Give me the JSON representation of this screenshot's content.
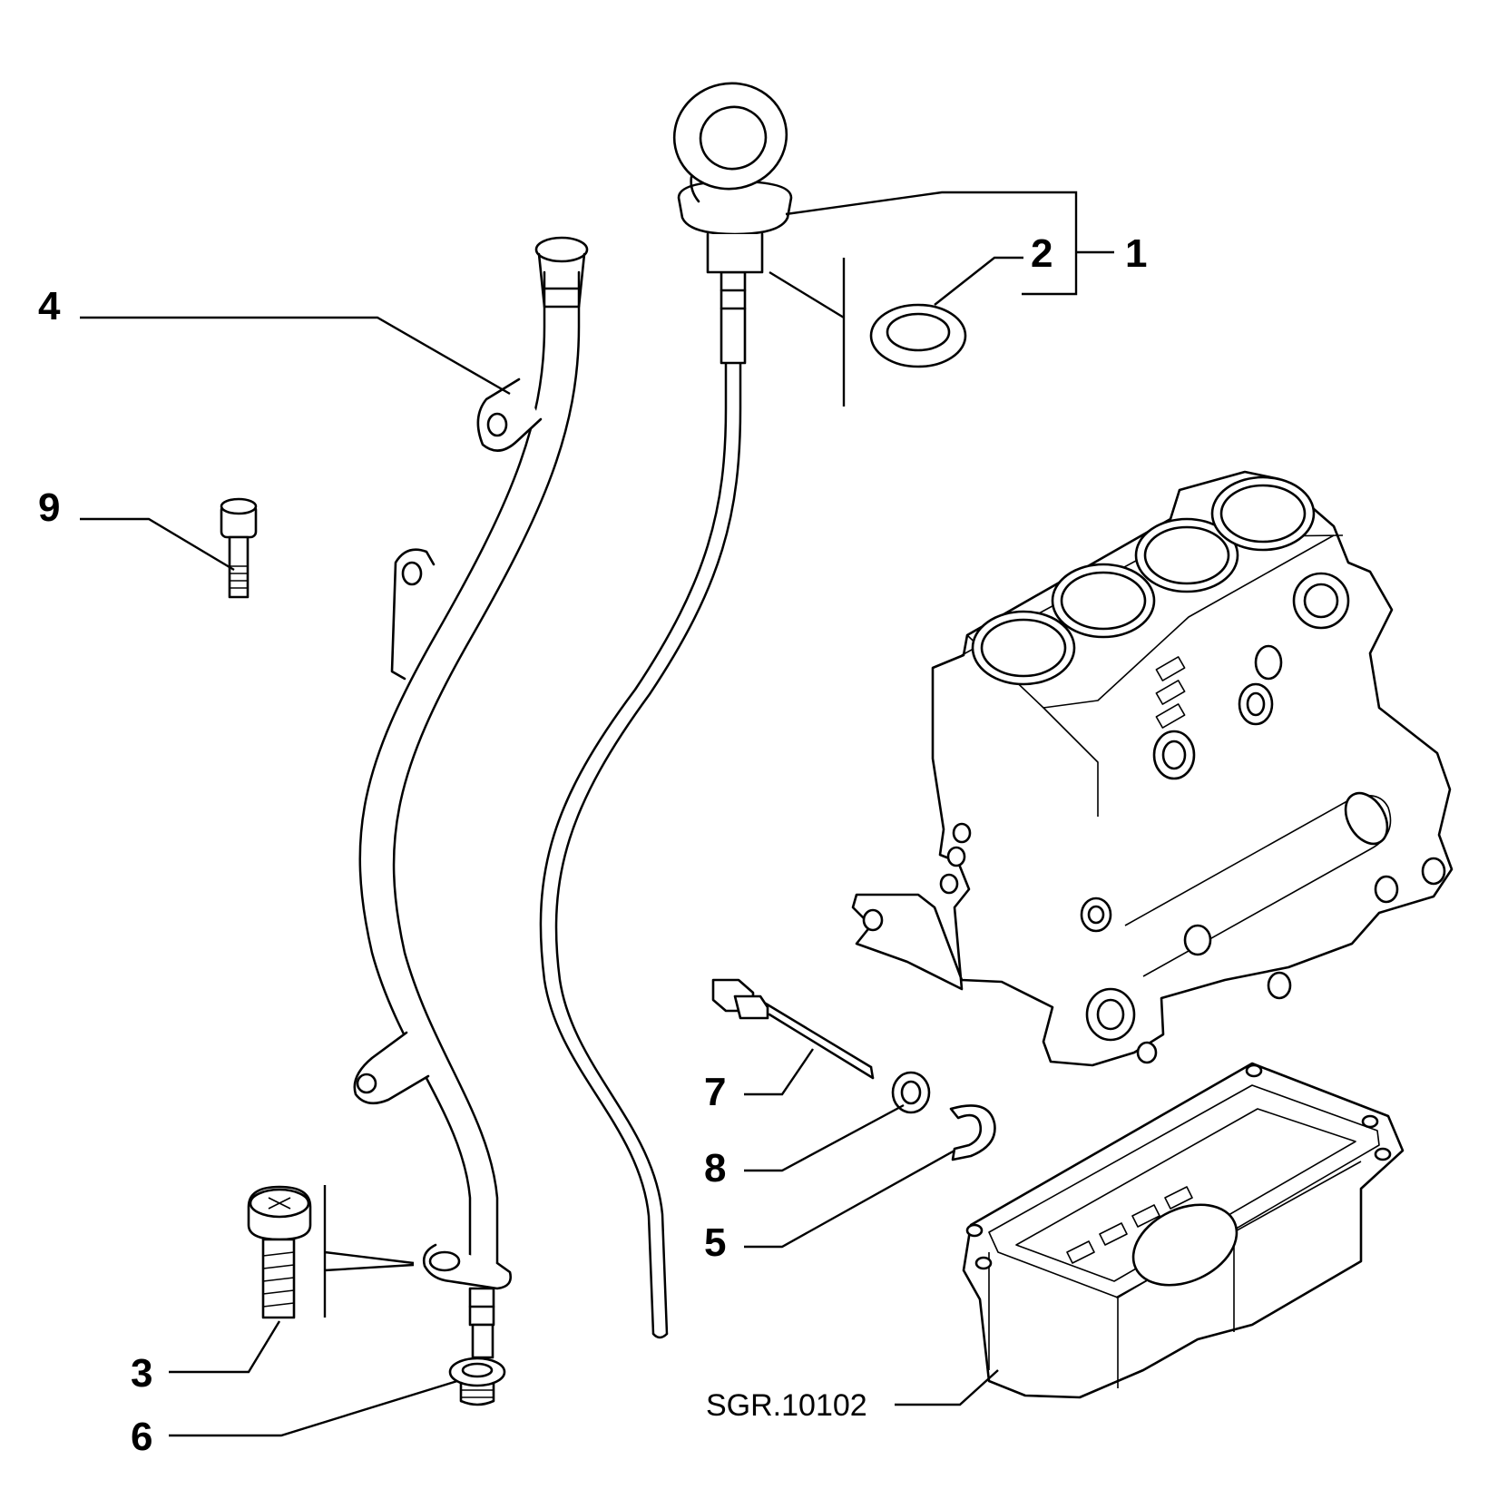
{
  "diagram": {
    "drawing_code": "SGR.10102",
    "callouts": [
      {
        "id": "1",
        "label": "1"
      },
      {
        "id": "2",
        "label": "2"
      },
      {
        "id": "3",
        "label": "3"
      },
      {
        "id": "4",
        "label": "4"
      },
      {
        "id": "5",
        "label": "5"
      },
      {
        "id": "6",
        "label": "6"
      },
      {
        "id": "7",
        "label": "7"
      },
      {
        "id": "8",
        "label": "8"
      },
      {
        "id": "9",
        "label": "9"
      }
    ]
  }
}
